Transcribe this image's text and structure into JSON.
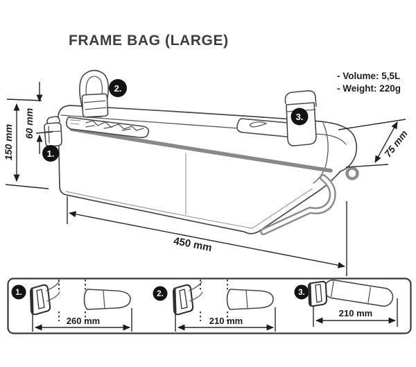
{
  "title": "FRAME BAG (LARGE)",
  "specs": {
    "volume": "- Volume: 5,5L",
    "weight": "- Weight: 220g"
  },
  "dimensions": {
    "bag_height": "150 mm",
    "attach_height": "60 mm",
    "side_depth": "75 mm",
    "bag_length": "450 mm"
  },
  "markers": {
    "m1": "1.",
    "m2": "2.",
    "m3": "3."
  },
  "straps": [
    {
      "marker": "1.",
      "length": "260 mm"
    },
    {
      "marker": "2.",
      "length": "210 mm"
    },
    {
      "marker": "3.",
      "length": "210 mm"
    }
  ],
  "colors": {
    "line": "#45454b",
    "accent_gray": "#8b8b90",
    "marker_bg": "#131313",
    "text": "#1d1d22"
  }
}
